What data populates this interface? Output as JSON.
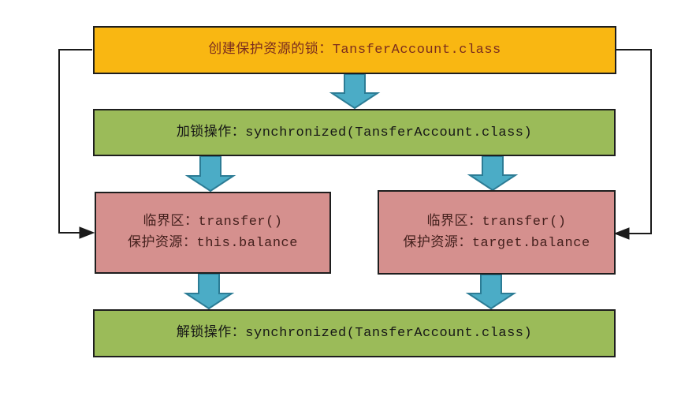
{
  "diagram": {
    "background": "#ffffff",
    "boxes": {
      "create_lock": {
        "label": "创建保护资源的锁：TansferAccount.class",
        "bg": "#F9B712",
        "text_color": "#7b2d1e"
      },
      "lock_op": {
        "label": "加锁操作：synchronized(TansferAccount.class)",
        "bg": "#9BBB59",
        "text_color": "#161616"
      },
      "critical_left": {
        "line1": "临界区：transfer()",
        "line2": "保护资源：this.balance",
        "bg": "#D5908E",
        "text_color": "#44201d"
      },
      "critical_right": {
        "line1": "临界区：transfer()",
        "line2": "保护资源：target.balance",
        "bg": "#D5908E",
        "text_color": "#44201d"
      },
      "unlock_op": {
        "label": "解锁操作：synchronized(TansferAccount.class)",
        "bg": "#9BBB59",
        "text_color": "#161616"
      }
    },
    "colors": {
      "arrow_fill": "#4BACC6",
      "arrow_stroke": "#2C7C95",
      "connector": "#1a1a1a",
      "box_border": "#1e1e1e",
      "page_bg": "#ffffff"
    }
  }
}
